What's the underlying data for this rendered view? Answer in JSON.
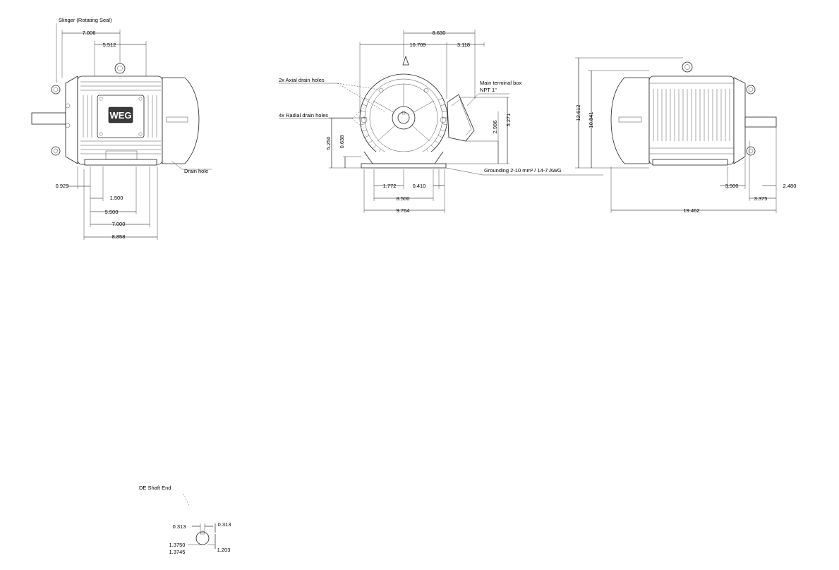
{
  "labels": {
    "slinger": "Slinger (Rotating Seal)",
    "axial_drain": "2x Axial drain holes",
    "radial_drain": "4x Radial drain holes",
    "terminal_box_1": "Main terminal box",
    "terminal_box_2": "NPT 1\"",
    "grounding": "Grounding 2-10 mm² / 14-7 AWG",
    "drain_hole": "Drain hole",
    "de_shaft_end": "DE Shaft End",
    "logo": "WEG"
  },
  "dims": {
    "d7006": "7.006",
    "d5512": "5.512",
    "d0929": "0.929",
    "d1500": "1.500",
    "d5500": "5.500",
    "d7000": "7.000",
    "d8858": "8.858",
    "d8630": "8.630",
    "d10709": "10.709",
    "d3118": "3.118",
    "d5250": "5.250",
    "d0638": "0.638",
    "d2986": "2.986",
    "d5271": "5.271",
    "d1772": "1.772",
    "d0410": "0.410",
    "d8500": "8.500",
    "d9764": "9.764",
    "d12612": "12.612",
    "d10841": "10.841",
    "d3500": "3.500",
    "d2480": "2.480",
    "d3375": "3.375",
    "d19462": "19.462",
    "s0313a": "0.313",
    "s0313b": "0.313",
    "s13750": "1.3750",
    "s13745": "1.3745",
    "s1203": "1.203"
  },
  "colors": {
    "line": "#000000",
    "background": "#ffffff",
    "logo": "#3a3a3a"
  }
}
